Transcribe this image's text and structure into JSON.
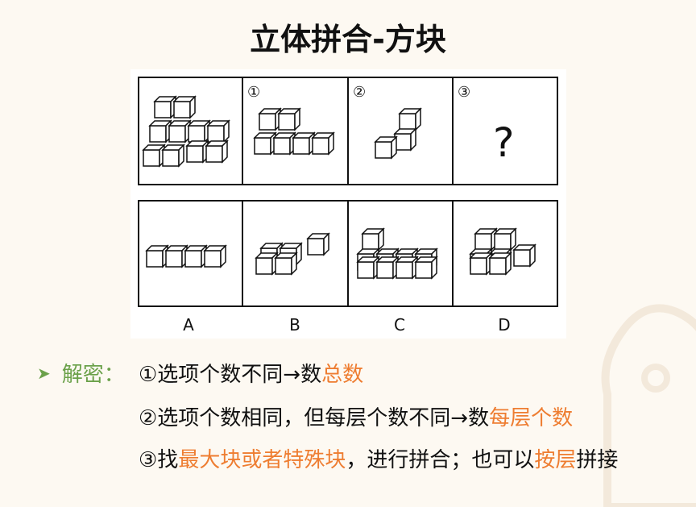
{
  "title": "立体拼合-方块",
  "figure": {
    "circle_labels": [
      "①",
      "②",
      "③"
    ],
    "question_mark": "?",
    "option_labels": [
      "A",
      "B",
      "C",
      "D"
    ]
  },
  "explanation": {
    "bullet_label": "解密：",
    "line1": {
      "prefix": "①选项个数不同→数",
      "highlight": "总数"
    },
    "line2": {
      "prefix": "②选项个数相同，但每层个数不同→数",
      "highlight": "每层个数"
    },
    "line3": {
      "prefix": "③找",
      "highlight1": "最大块或者特殊块",
      "middle": "，进行拼合；也可以",
      "highlight2": "按层",
      "suffix": "拼接"
    }
  },
  "colors": {
    "accent_green": "#6ba14a",
    "highlight_orange": "#ee7d31",
    "background": "#fdf9f2"
  }
}
